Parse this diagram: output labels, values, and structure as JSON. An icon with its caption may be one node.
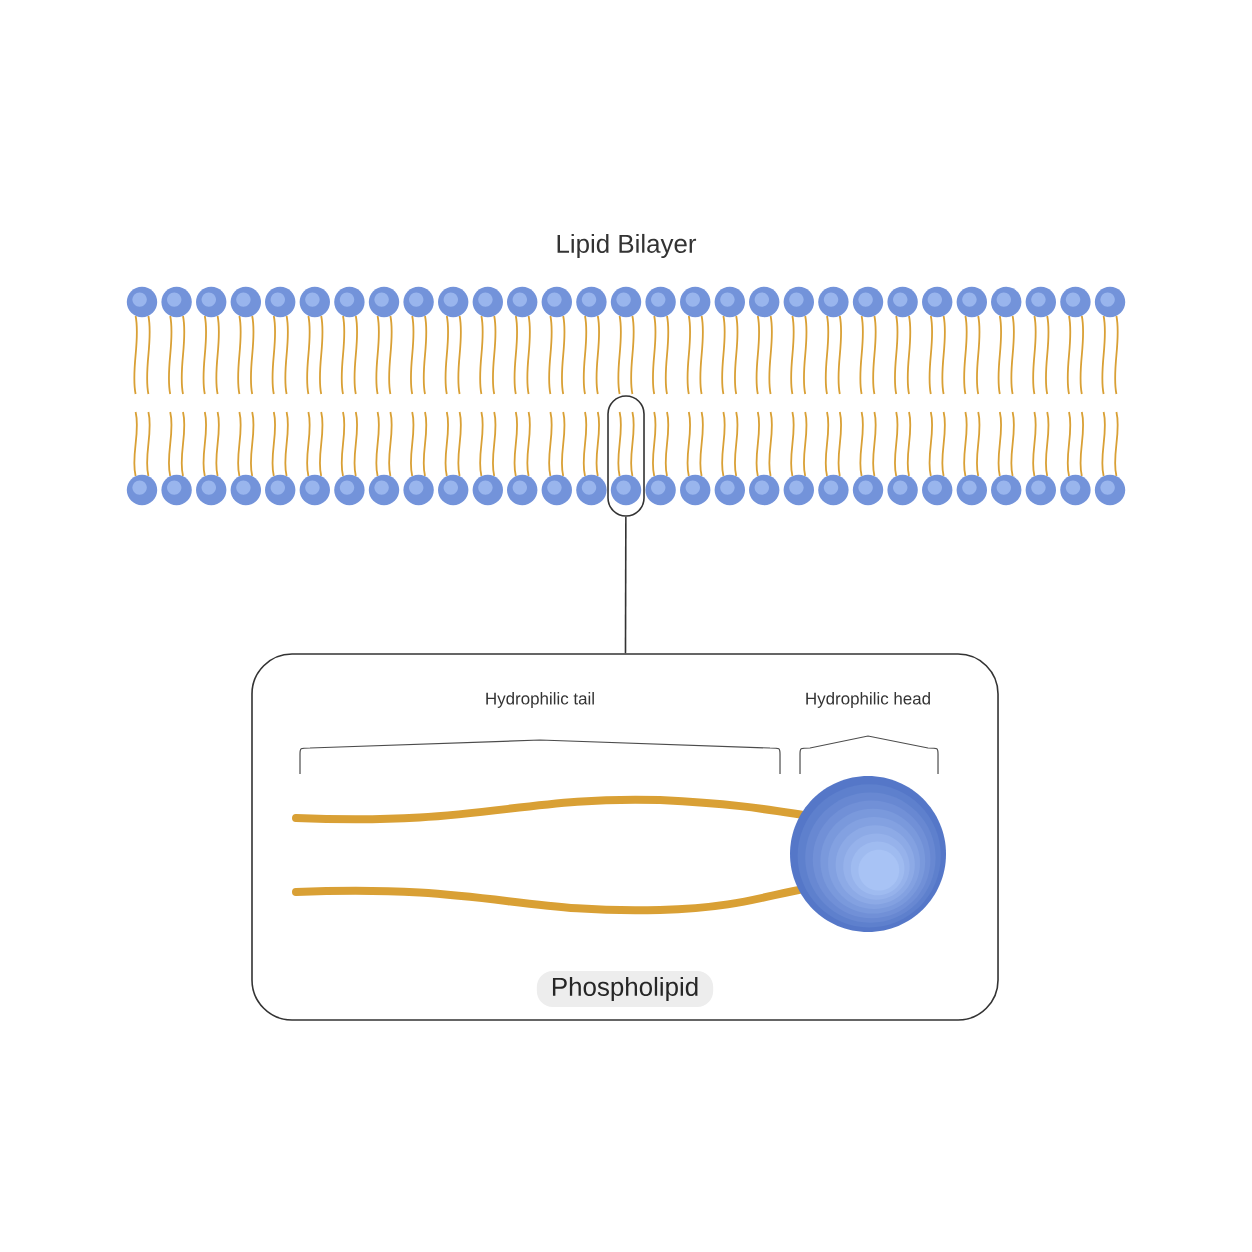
{
  "diagram": {
    "title": "Lipid Bilayer",
    "nodes": [
      {
        "text": [],
        "shape": "box"
      },
      {
        "text": [
          "Phospholipid"
        ]
      }
    ],
    "edges": [
      {
        "from": 0,
        "to": 1,
        "arrow": "none"
      }
    ],
    "labels": [
      "Hydrophilic tail",
      "Hydrophilic head"
    ]
  }
}
